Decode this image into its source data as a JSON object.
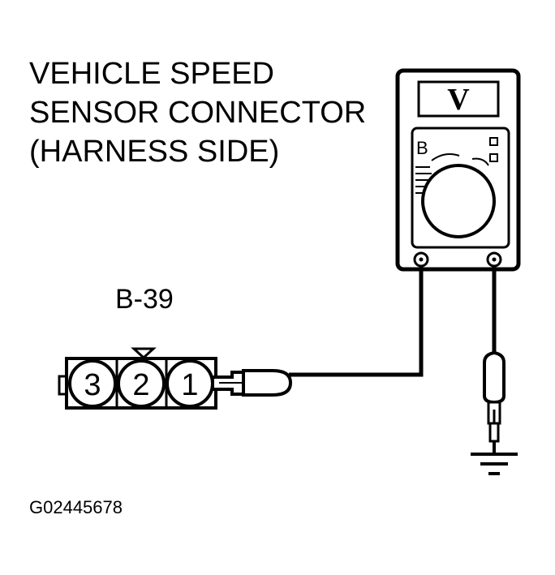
{
  "title": {
    "line1": "VEHICLE SPEED",
    "line2": "SENSOR CONNECTOR",
    "line3": "(HARNESS SIDE)"
  },
  "connector": {
    "label": "B-39",
    "pins": [
      "3",
      "2",
      "1"
    ]
  },
  "meter": {
    "display": "V",
    "range_mark": "B"
  },
  "figure_id": "G02445678"
}
